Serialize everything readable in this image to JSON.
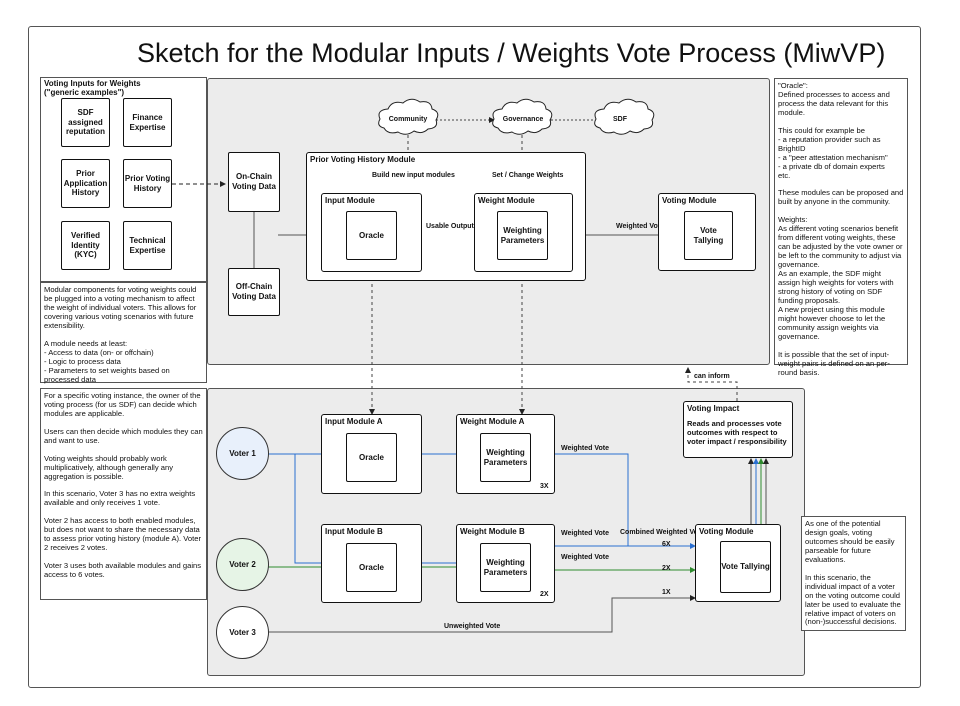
{
  "title": "Sketch for the Modular Inputs / Weights Vote Process (MiwVP)",
  "inputs_panel": {
    "header": "Voting Inputs for Weights\n(\"generic examples\")",
    "items": [
      "SDF\nassigned\nreputation",
      "Finance\nExpertise",
      "Prior\nApplication\nHistory",
      "Prior Voting\nHistory",
      "Verified\nIdentity\n(KYC)",
      "Technical\nExpertise"
    ],
    "note": "Modular components for voting weights could be plugged into a voting mechanism to affect the weight of individual voters. This allows for covering various voting scenarios with future extensibility.\n\nA module needs at least:\n- Access to data (on- or offchain)\n- Logic to process data\n- Parameters to set weights based on processed data"
  },
  "clouds": [
    "Community",
    "Governance",
    "SDF"
  ],
  "top": {
    "onchain": "On-Chain\nVoting Data",
    "offchain": "Off-Chain\nVoting Data",
    "prior_module": "Prior Voting History Module",
    "build_label": "Build new input modules",
    "set_label": "Set / Change Weights",
    "input_module": "Input Module",
    "oracle": "Oracle",
    "usable_output": "Usable Output",
    "weight_module": "Weight Module",
    "weighting_params": "Weighting\nParameters",
    "weighted_vote": "Weighted Vote",
    "voting_module": "Voting Module",
    "vote_tallying": "Vote Tallying"
  },
  "oracle_note": "\"Oracle\":\nDefined processes to access and process the data relevant for this module.\n\nThis could for example be\n- a reputation provider such as BrightID\n- a \"peer attestation mechanism\"\n- a private db of domain experts\netc.\n\nThese modules can be proposed and built by anyone in the community.\n\nWeights:\nAs different voting scenarios benefit from different voting weights, these can be adjusted by the vote owner or be left to the community to adjust via governance.\nAs an example, the SDF might assign high weights for voters with strong history of voting on SDF funding proposals.\nA new project using this module might however choose to let the community assign weights via governance.\n\nIt is possible that the set of input-weight pairs is defined on an per-round basis.",
  "scenario_note": "For a specific voting instance, the owner of the voting process (for us SDF) can decide which modules are applicable.\n\nUsers can then decide which modules they can and want to use.\n\nVoting weights should probably work multiplicatively, although generally any aggregation is possible.\n\nIn this scenario, Voter 3 has no extra weights available and only receives 1 vote.\n\nVoter 2 has access to both enabled modules, but does not want to share the necessary data to assess prior voting history (module A). Voter 2 receives 2 votes.\n\nVoter 3 uses both available modules and gains access to 6 votes.",
  "bottom": {
    "voters": [
      "Voter 1",
      "Voter 2",
      "Voter 3"
    ],
    "input_a": "Input Module A",
    "weight_a": "Weight Module A",
    "mult_a": "3X",
    "input_b": "Input Module B",
    "weight_b": "Weight Module B",
    "mult_b": "2X",
    "oracle": "Oracle",
    "weighting_params": "Weighting\nParameters",
    "weighted_vote": "Weighted Vote",
    "combined": "Combined Weighted Vote",
    "unweighted": "Unweighted Vote",
    "x6": "6X",
    "x2": "2X",
    "x1": "1X",
    "voting_module": "Voting Module",
    "vote_tallying": "Vote Tallying",
    "impact_title": "Voting Impact",
    "impact_text": "Reads and processes vote outcomes with respect to voter impact / responsibility",
    "can_inform": "can inform"
  },
  "impact_note": "As one of the potential design goals, voting outcomes should be easily parseable for future evaluations.\n\nIn this scenario, the individual impact of a voter on the voting outcome could later be used to evaluate the relative impact of voters on (non-)successful decisions.",
  "colors": {
    "voter1": "#2a6fd1",
    "voter2": "#2e8b2e",
    "voter1_fill": "#e8f0fb",
    "voter2_fill": "#e6f4e6"
  }
}
